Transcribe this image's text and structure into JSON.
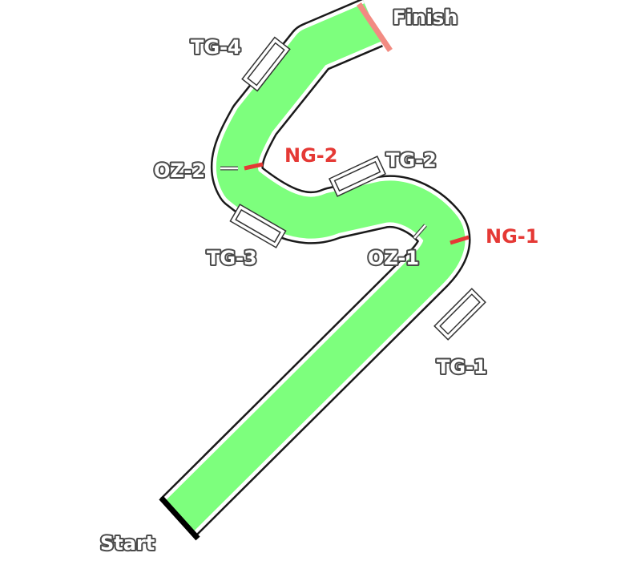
{
  "course": {
    "start_label": "Start",
    "finish_label": "Finish"
  },
  "gates": [
    {
      "id": "tg1",
      "label": "TG-1"
    },
    {
      "id": "tg2",
      "label": "TG-2"
    },
    {
      "id": "tg3",
      "label": "TG-3"
    },
    {
      "id": "tg4",
      "label": "TG-4"
    },
    {
      "id": "oz1",
      "label": "OZ-1"
    },
    {
      "id": "oz2",
      "label": "OZ-2"
    },
    {
      "id": "ng1",
      "label": "NG-1"
    },
    {
      "id": "ng2",
      "label": "NG-2"
    }
  ],
  "colors": {
    "track_fill": "#7dff7d",
    "track_edge": "#ffffff",
    "track_border": "#1a1a1a",
    "start_line": "#000000",
    "finish_line": "#f28b82",
    "ng_marker": "#e53935",
    "ng_label": "#e53935"
  }
}
